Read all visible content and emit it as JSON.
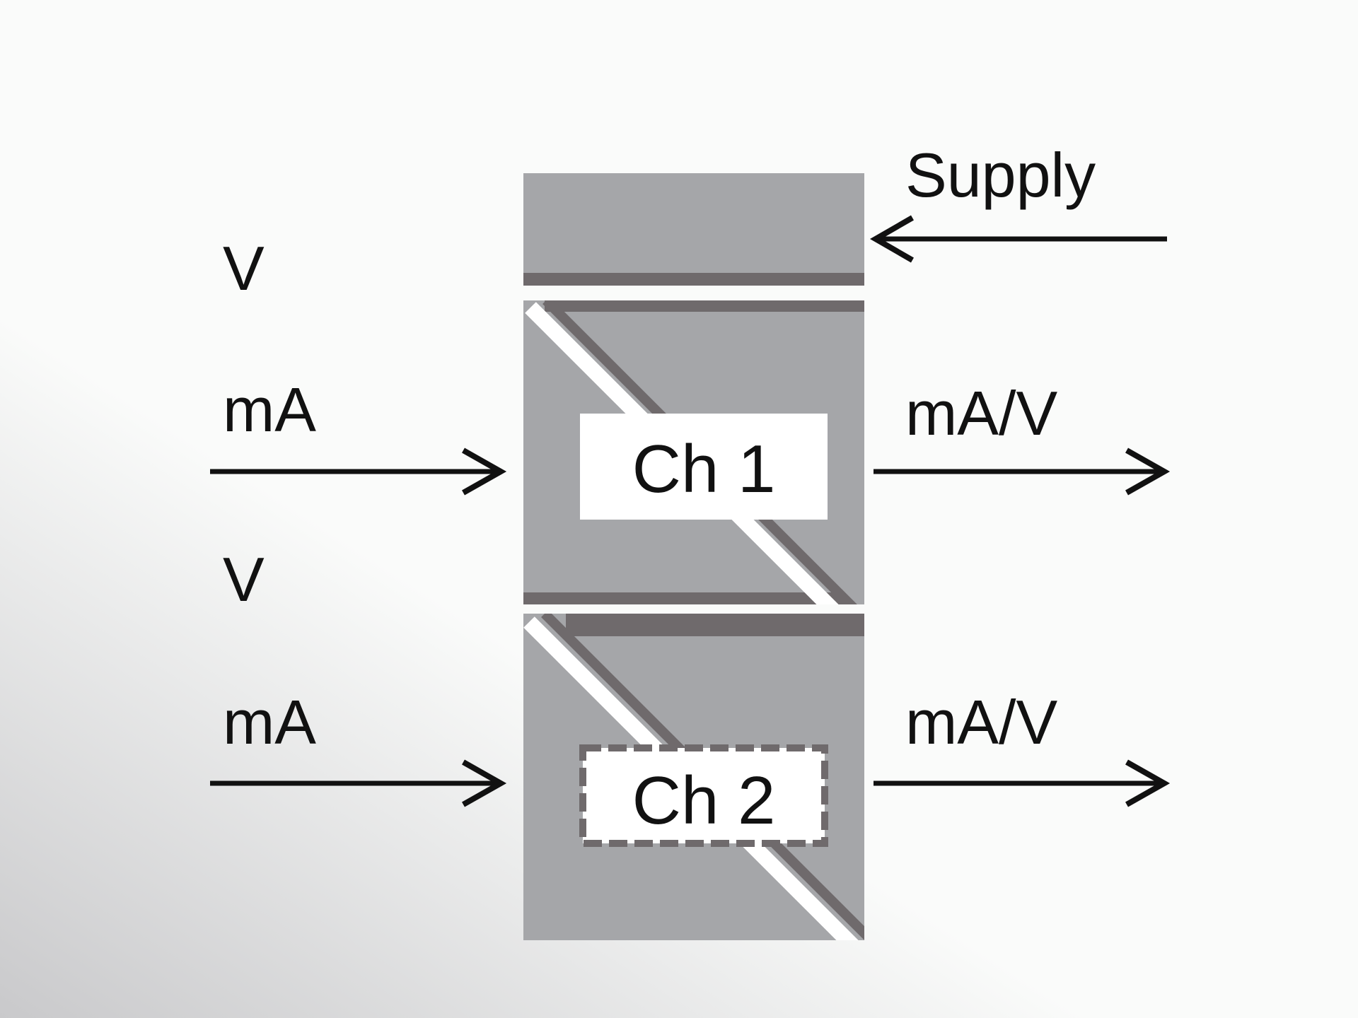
{
  "supply": {
    "label": "Supply"
  },
  "channels": [
    {
      "label": "Ch 1",
      "input_voltage": "V",
      "input_current": "mA",
      "output": "mA/V"
    },
    {
      "label": "Ch 2",
      "input_voltage": "V",
      "input_current": "mA",
      "output": "mA/V"
    }
  ],
  "colors": {
    "block": "#a5a6a9",
    "stripe": "#6f6a6c",
    "arrow": "#111111",
    "background_light": "#fafbfa",
    "background_shadow": "#c9c9cb"
  }
}
